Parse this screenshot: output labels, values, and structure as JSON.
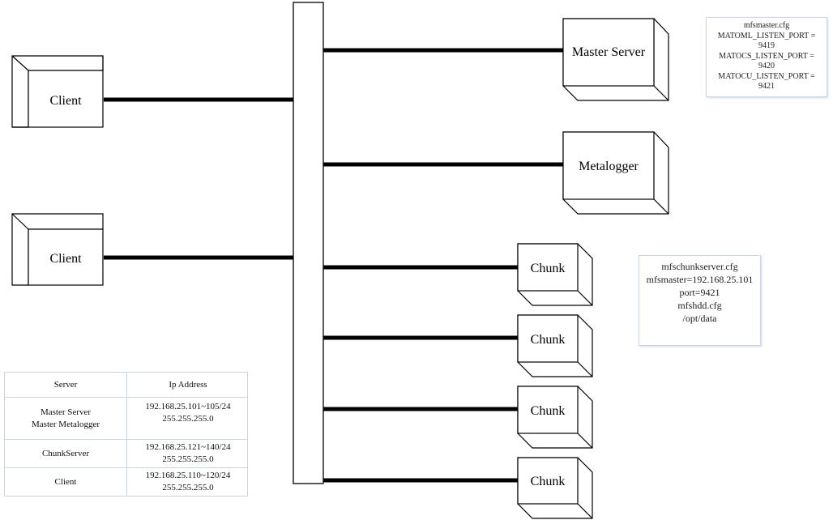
{
  "diagram": {
    "clients": [
      {
        "label": "Client"
      },
      {
        "label": "Client"
      }
    ],
    "master_server": {
      "label": "Master Server"
    },
    "metalogger": {
      "label": "Metalogger"
    },
    "chunks": [
      {
        "label": "Chunk"
      },
      {
        "label": "Chunk"
      },
      {
        "label": "Chunk"
      },
      {
        "label": "Chunk"
      }
    ]
  },
  "master_note": {
    "lines": [
      "mfsmaster.cfg",
      "MATOML_LISTEN_PORT =",
      "9419",
      "MATOCS_LISTEN_PORT =",
      "9420",
      "MATOCU_LISTEN_PORT =",
      "9421"
    ]
  },
  "chunk_note": {
    "lines": [
      "mfschunkserver.cfg",
      "mfsmaster=192.168.25.101",
      "port=9421",
      "mfshdd.cfg",
      "/opt/data"
    ]
  },
  "ip_table": {
    "headers": {
      "server": "Server",
      "ip": "Ip Address"
    },
    "rows": [
      {
        "server": [
          "Master Server",
          "Master Metalogger"
        ],
        "ip": [
          "192.168.25.101~105/24",
          "255.255.255.0"
        ]
      },
      {
        "server": [
          "ChunkServer"
        ],
        "ip": [
          "192.168.25.121~140/24",
          "255.255.255.0"
        ]
      },
      {
        "server": [
          "Client"
        ],
        "ip": [
          "192.168.25.110~120/24",
          "255.255.255.0"
        ]
      }
    ]
  }
}
